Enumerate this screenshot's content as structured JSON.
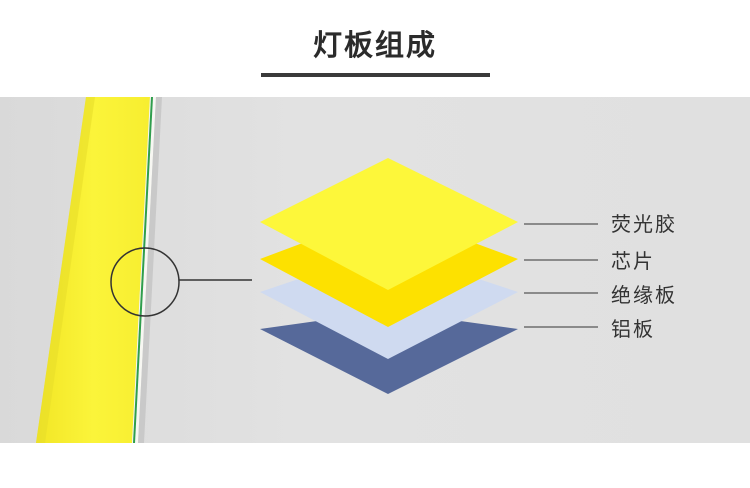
{
  "title": "灯板组成",
  "layers": [
    {
      "label": "荧光胶",
      "color": "#fdf73a"
    },
    {
      "label": "芯片",
      "color": "#fde100"
    },
    {
      "label": "绝缘板",
      "color": "#cfdaf0"
    },
    {
      "label": "铝板",
      "color": "#56699a"
    }
  ],
  "colors": {
    "panel_background": "#e0e0e0",
    "board_yellow": "#f7ef2e",
    "board_green_line": "#2f9e4d",
    "line_color": "#333333"
  }
}
